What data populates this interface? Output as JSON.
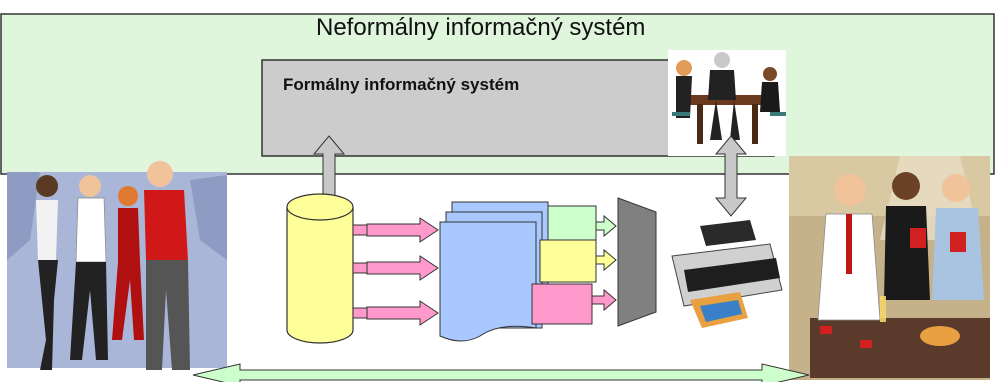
{
  "outer_system": {
    "label": "Neformálny informačný systém",
    "fill": "#dff5dc"
  },
  "inner_system": {
    "label": "Formálny informačný systém",
    "fill": "#cccccc"
  },
  "database": {
    "icon": "database-cylinder-icon",
    "fill": "#ffff99"
  },
  "flow_colors": {
    "arrow_pink": "#ff99cc",
    "document_blue": "#a9c8ff",
    "output_green": "#ccffcc",
    "output_yellow": "#ffff99",
    "output_pink": "#ff99cc",
    "connector_gray": "#c8c8c8",
    "mux_gray": "#808080"
  },
  "illustrations": {
    "meeting": "business-meeting-clipart",
    "dancers": "people-socializing-clipart",
    "printer": "printer-icon",
    "card_players": "card-players-clipart"
  }
}
